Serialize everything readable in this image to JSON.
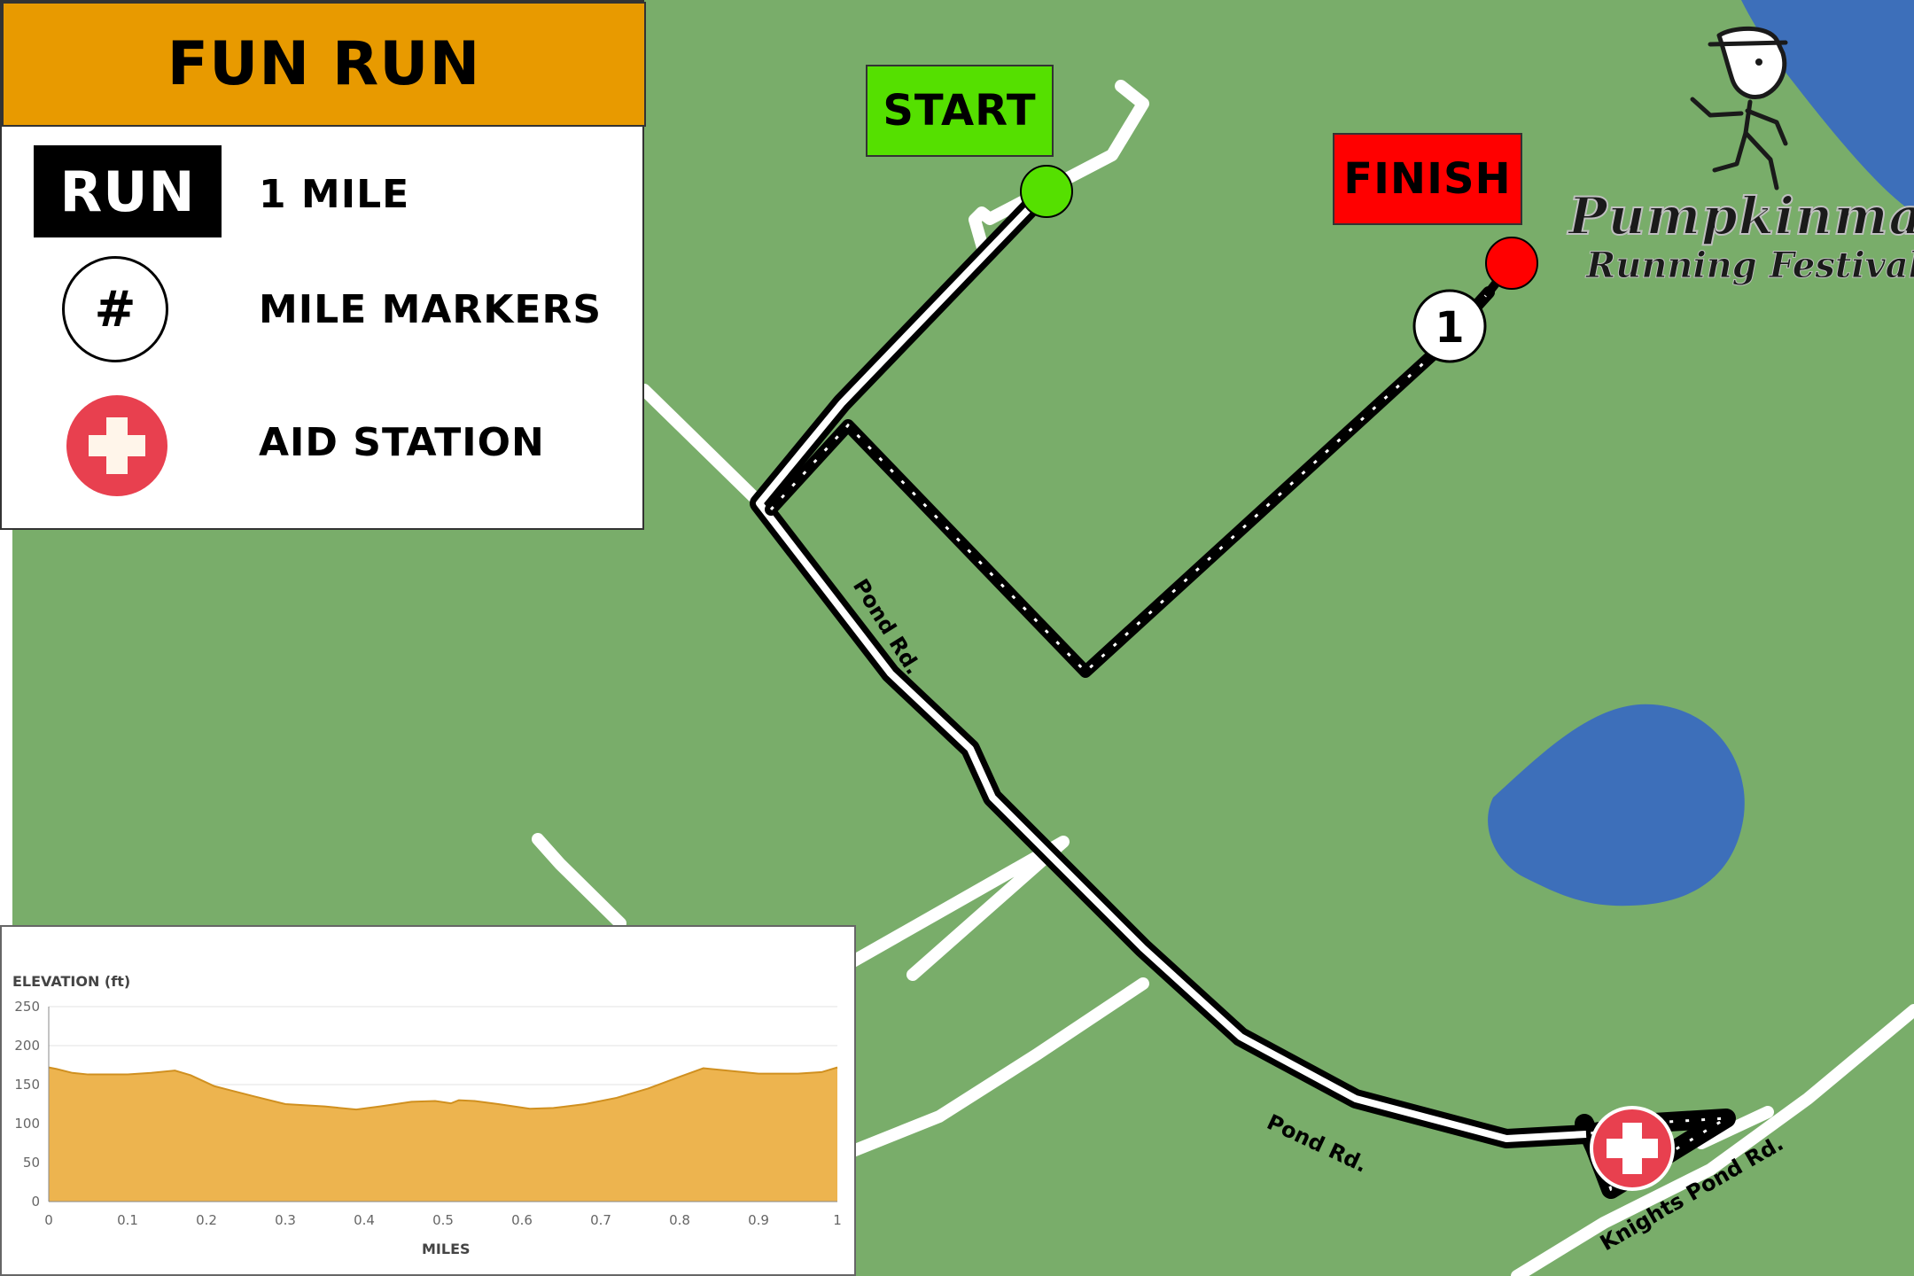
{
  "legend": {
    "title": "FUN RUN",
    "run_badge": "RUN",
    "run_label": "1 MILE",
    "marker_symbol": "#",
    "marker_label": "MILE MARKERS",
    "aid_label": "AID STATION",
    "aid_icon": "red-cross-icon",
    "header_color": "#e89a00"
  },
  "map": {
    "start_label": "START",
    "finish_label": "FINISH",
    "mile_markers": [
      "1"
    ],
    "roads": [
      {
        "name": "Pond Rd."
      },
      {
        "name": "Pond Rd."
      },
      {
        "name": "Knights Pond Rd."
      }
    ],
    "colors": {
      "grass": "#79ad6a",
      "water": "#3d6fba",
      "road": "#ffffff",
      "start": "#55e000",
      "finish": "#ff0000",
      "aid": "#e8404f"
    }
  },
  "logo": {
    "line1": "Pumpkinman",
    "line2": "Running Festival"
  },
  "elevation": {
    "title": "ELEVATION (ft)",
    "xlabel": "MILES",
    "chart_data": {
      "type": "area",
      "title": "ELEVATION (ft)",
      "xlabel": "MILES",
      "ylabel": "",
      "xlim": [
        0,
        1
      ],
      "ylim": [
        0,
        250
      ],
      "xticks": [
        0,
        0.1,
        0.2,
        0.3,
        0.4,
        0.5,
        0.6,
        0.7,
        0.8,
        0.9,
        1
      ],
      "yticks": [
        0,
        50,
        100,
        150,
        200,
        250
      ],
      "grid": true,
      "fill_color": "#edb44f",
      "line_color": "#d09020",
      "x": [
        0,
        0.01,
        0.03,
        0.05,
        0.1,
        0.13,
        0.16,
        0.18,
        0.21,
        0.26,
        0.3,
        0.35,
        0.39,
        0.42,
        0.46,
        0.49,
        0.51,
        0.52,
        0.54,
        0.57,
        0.61,
        0.64,
        0.68,
        0.72,
        0.76,
        0.8,
        0.83,
        0.86,
        0.9,
        0.95,
        0.98,
        1.0
      ],
      "y": [
        172,
        170,
        165,
        163,
        163,
        165,
        168,
        162,
        148,
        135,
        125,
        122,
        118,
        122,
        128,
        129,
        126,
        130,
        129,
        125,
        119,
        120,
        125,
        133,
        145,
        160,
        171,
        168,
        164,
        164,
        166,
        172
      ]
    }
  }
}
